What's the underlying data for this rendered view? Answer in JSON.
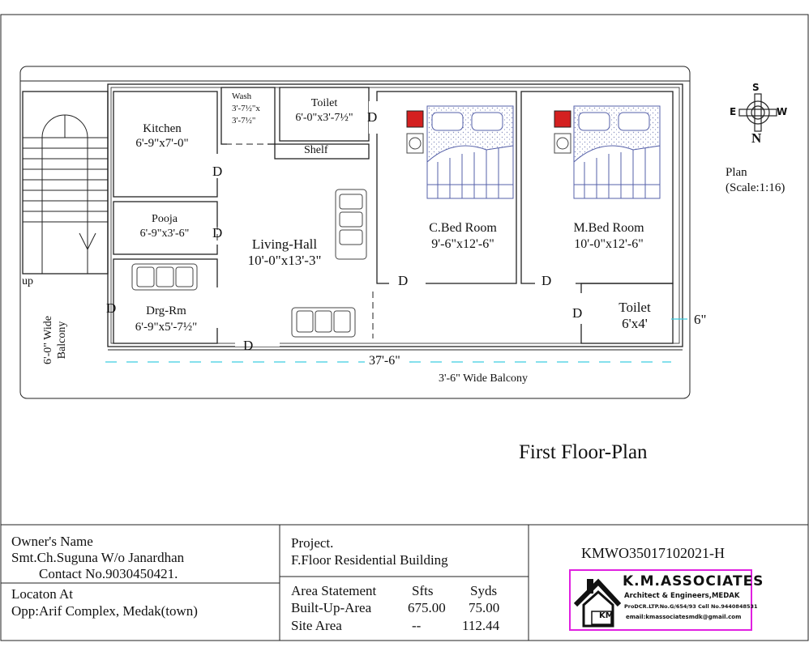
{
  "plan": {
    "rooms": {
      "kitchen": {
        "name": "Kitchen",
        "size": "6'-9\"x7'-0\""
      },
      "wash": {
        "name": "Wash",
        "size1": "3'-7½\"x",
        "size2": "3'-7½\""
      },
      "toilet1": {
        "name": "Toilet",
        "size": "6'-0\"x3'-7½\""
      },
      "shelf": {
        "name": "Shelf"
      },
      "pooja": {
        "name": "Pooja",
        "size": "6'-9\"x3'-6\""
      },
      "living": {
        "name": "Living-Hall",
        "size": "10'-0\"x13'-3\""
      },
      "cbed": {
        "name": "C.Bed Room",
        "size": "9'-6\"x12'-6\""
      },
      "mbed": {
        "name": "M.Bed Room",
        "size": "10'-0\"x12'-6\""
      },
      "drg": {
        "name": "Drg-Rm",
        "size": "6'-9\"x5'-7½\""
      },
      "toilet2": {
        "name": "Toilet",
        "size": "6'x4'"
      }
    },
    "door_label": "D",
    "stair_label": "up",
    "side_balcony": {
      "line1": "6'-0\" Wide",
      "line2": "Balcony"
    },
    "front_balcony": "3'-6\" Wide Balcony",
    "overall_width": "37'-6\"",
    "side_dim": "6\"",
    "compass": {
      "n": "N",
      "s": "S",
      "e": "E",
      "w": "W"
    },
    "scale": {
      "line1": "Plan",
      "line2": "(Scale:1:16)"
    },
    "title": "First Floor-Plan"
  },
  "title_block": {
    "owner_label": "Owner's Name",
    "owner_name": "Smt.Ch.Suguna  W/o  Janardhan",
    "contact": "Contact No.9030450421.",
    "location_label": "Locaton At",
    "location": "Opp:Arif Complex, Medak(town)",
    "project_label": "Project.",
    "project": "F.Floor Residential Building",
    "area": {
      "headers": [
        "Area Statement",
        "Sfts",
        "Syds"
      ],
      "rows": [
        [
          "Built-Up-Area",
          "675.00",
          "75.00"
        ],
        [
          "Site Area",
          "--",
          "112.44"
        ]
      ]
    },
    "drawing_no": "KMWO35017102021-H",
    "firm": {
      "name": "K.M.ASSOCIATES",
      "tagline": "Architect & Engineers,MEDAK",
      "reg": "ProDCR.LTP.No.G/654/93 Cell No.9440848531",
      "email": "email:kmassociatesmdk@gmail.com",
      "mark": "KM"
    }
  }
}
